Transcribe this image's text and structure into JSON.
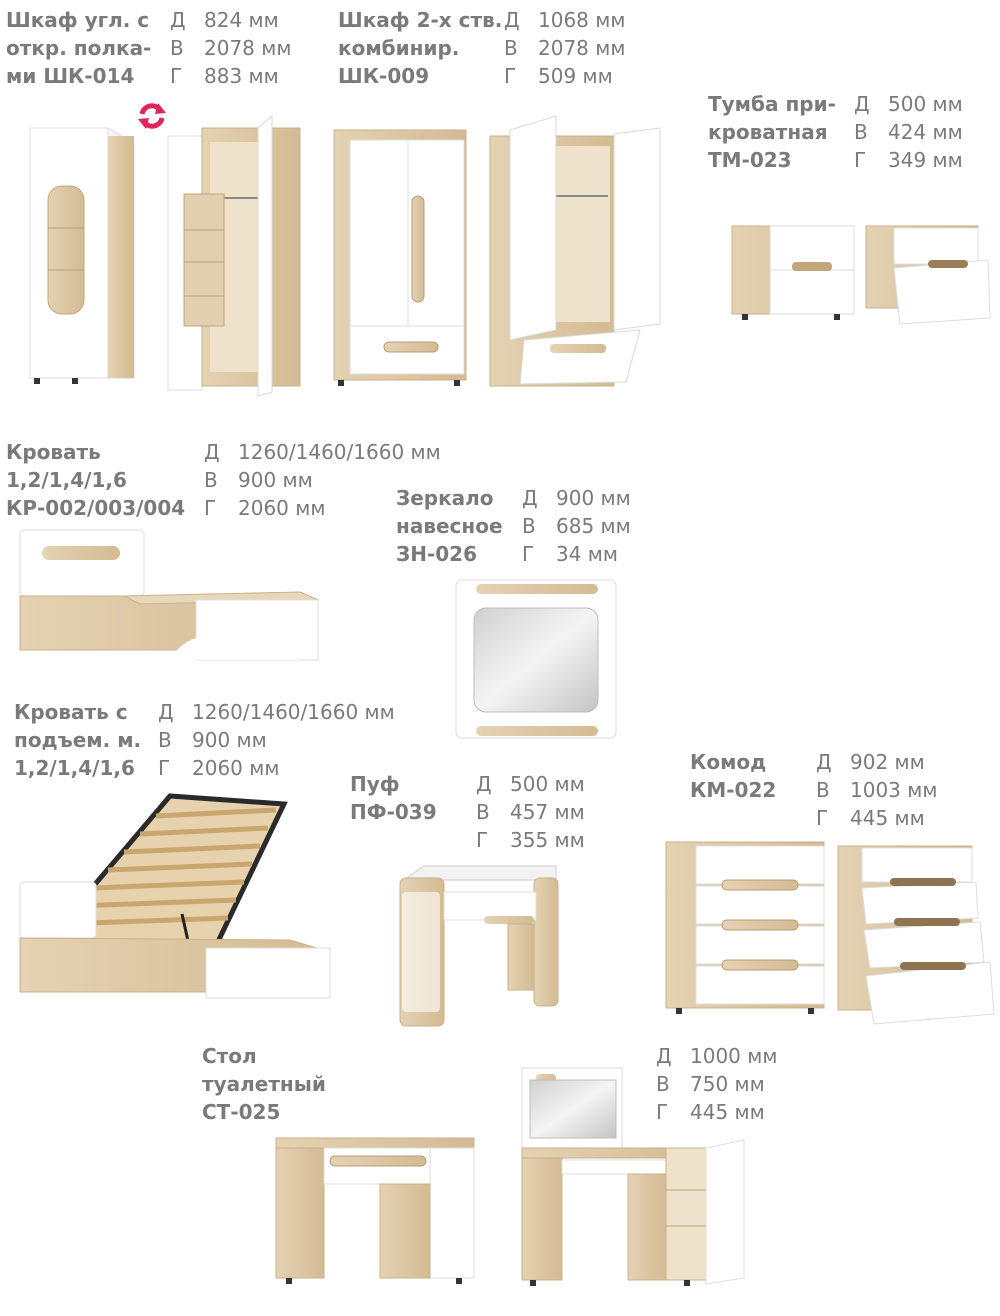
{
  "items": [
    {
      "name": [
        "Шкаф угл. с",
        "откр. полка-",
        "ми ШК-014"
      ],
      "dims": [
        [
          "Д",
          "824 мм"
        ],
        [
          "В",
          "2078 мм"
        ],
        [
          "Г",
          "883 мм"
        ]
      ]
    },
    {
      "name": [
        "Шкаф 2-х ств.",
        "комбинир.",
        "ШК-009"
      ],
      "dims": [
        [
          "Д",
          "1068 мм"
        ],
        [
          "В",
          "2078 мм"
        ],
        [
          "Г",
          "509 мм"
        ]
      ]
    },
    {
      "name": [
        "Тумба при-",
        "кроватная",
        "ТМ-023"
      ],
      "dims": [
        [
          "Д",
          "500 мм"
        ],
        [
          "В",
          "424 мм"
        ],
        [
          "Г",
          "349 мм"
        ]
      ]
    },
    {
      "name": [
        "Кровать",
        "1,2/1,4/1,6",
        "КР-002/003/004"
      ],
      "dims": [
        [
          "Д",
          "1260/1460/1660 мм"
        ],
        [
          "В",
          "900 мм"
        ],
        [
          "Г",
          "2060 мм"
        ]
      ]
    },
    {
      "name": [
        "Зеркало",
        "навесное",
        "ЗН-026"
      ],
      "dims": [
        [
          "Д",
          "900 мм"
        ],
        [
          "В",
          "685 мм"
        ],
        [
          "Г",
          "34 мм"
        ]
      ]
    },
    {
      "name": [
        "Кровать с",
        "подъем. м.",
        "1,2/1,4/1,6"
      ],
      "dims": [
        [
          "Д",
          "1260/1460/1660 мм"
        ],
        [
          "В",
          "900 мм"
        ],
        [
          "Г",
          "2060 мм"
        ]
      ]
    },
    {
      "name": [
        "Пуф",
        "ПФ-039"
      ],
      "dims": [
        [
          "Д",
          "500 мм"
        ],
        [
          "В",
          "457 мм"
        ],
        [
          "Г",
          "355 мм"
        ]
      ]
    },
    {
      "name": [
        "Комод",
        "КМ-022"
      ],
      "dims": [
        [
          "Д",
          "902 мм"
        ],
        [
          "В",
          "1003 мм"
        ],
        [
          "Г",
          "445 мм"
        ]
      ]
    },
    {
      "name": [
        "Стол",
        "туалетный",
        "СТ-025"
      ],
      "dims": [
        [
          "Д",
          "1000 мм"
        ],
        [
          "В",
          "750 мм"
        ],
        [
          "Г",
          "445 мм"
        ]
      ]
    }
  ],
  "colors": {
    "text": "#6e6e6e",
    "wood": "#dcc7a4",
    "wood_dark": "#b99c73",
    "white_panel": "#ffffff",
    "rotate_icon": "#e0245e",
    "frame": "#2a2a2a"
  }
}
